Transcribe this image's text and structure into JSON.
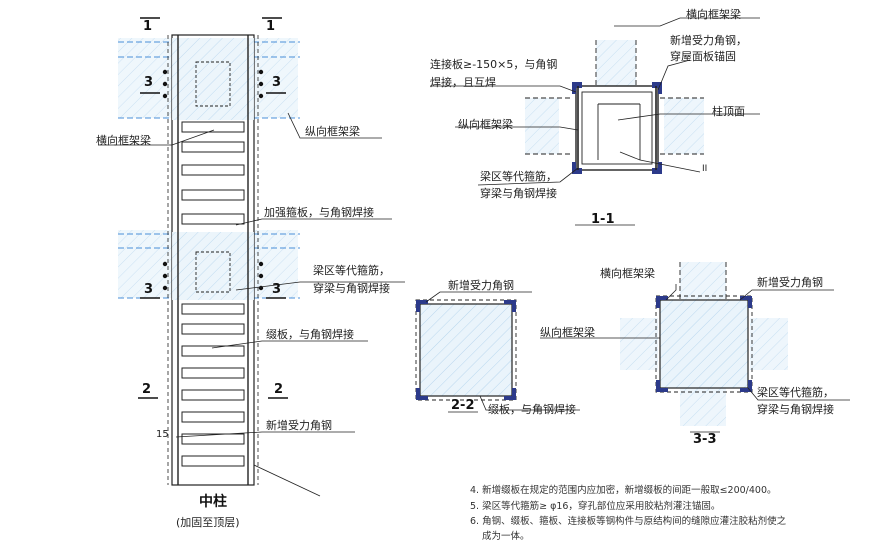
{
  "elevation": {
    "title": "中柱",
    "subtitle": "(加固至顶层)",
    "marks": {
      "s1": "1",
      "s2": "2",
      "s3": "3"
    },
    "labels": {
      "transverse_beam": "横向框架梁",
      "longitudinal_beam": "纵向框架梁",
      "stiffener_plate": "加强箍板，与角钢焊接",
      "beam_zone_stirrup_1": "梁区等代箍筋，",
      "beam_zone_stirrup_2": "穿梁与角钢焊接",
      "batten_plate": "缀板，与角钢焊接",
      "new_angle": "新增受力角钢",
      "dim_15": "15"
    }
  },
  "section_1_1": {
    "title": "1-1",
    "labels": {
      "connect_plate_1": "连接板≥-150×5，与角钢",
      "connect_plate_2": "焊接，且互焊",
      "transverse_beam": "横向框架梁",
      "new_angle_1": "新增受力角钢，",
      "new_angle_2": "穿屋面板锚固",
      "longitudinal_beam": "纵向框架梁",
      "column_top": "柱顶面",
      "stirrup_1": "梁区等代箍筋，",
      "stirrup_2": "穿梁与角钢焊接",
      "mark_II": "II"
    }
  },
  "section_2_2": {
    "title": "2-2",
    "labels": {
      "new_angle": "新增受力角钢",
      "batten_plate": "缀板，与角钢焊接"
    }
  },
  "section_3_3": {
    "title": "3-3",
    "labels": {
      "transverse_beam": "横向框架梁",
      "new_angle": "新增受力角钢",
      "longitudinal_beam": "纵向框架梁",
      "stirrup_1": "梁区等代箍筋，",
      "stirrup_2": "穿梁与角钢焊接"
    }
  },
  "notes": [
    "4. 新增缀板在规定的范围内应加密，新增缀板的间距一般取≤200/400。",
    "5. 梁区等代箍筋≥ φ16，穿孔部位应采用胶粘剂灌注锚固。",
    "6. 角钢、缀板、箍板、连接板等钢构件与原结构间的缝隙应灌注胶粘剂使之",
    "成为一体。"
  ],
  "colors": {
    "line": "#222222",
    "dashed_blue": "#4a8fd8",
    "hatch_fill": "#eaf4fb",
    "steel": "#2c3a8a"
  }
}
